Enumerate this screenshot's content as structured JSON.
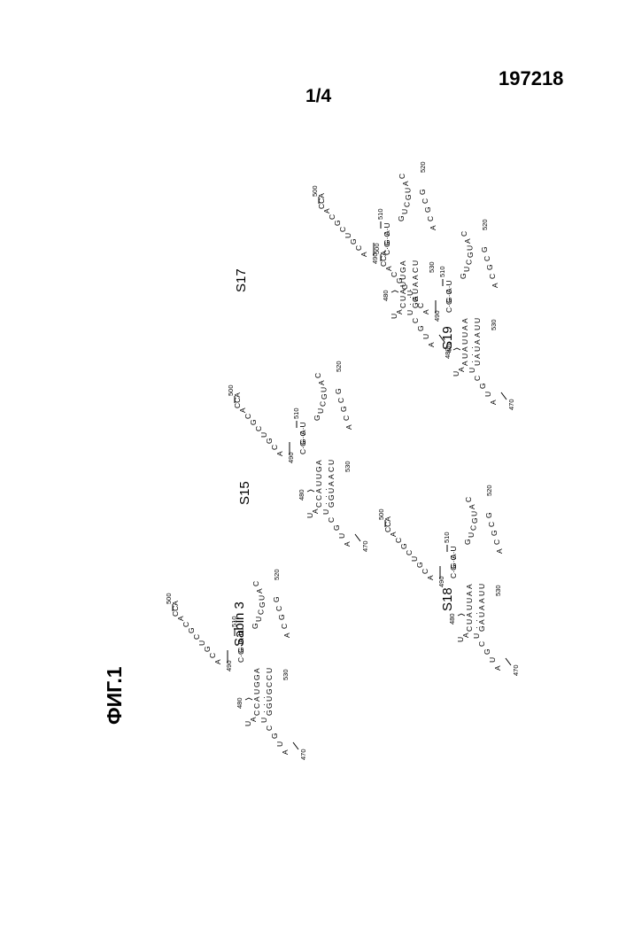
{
  "header": {
    "patent_number": "197218",
    "sheet": "1/4",
    "figure_label": "ФИГ.1"
  },
  "position_labels": [
    "470",
    "480",
    "490",
    "500",
    "510",
    "520",
    "530"
  ],
  "structures": [
    {
      "name": "Sabin 3",
      "stem_top": "CCAUGGA",
      "stem_bottom": "GGUGCCU",
      "apical": "CCA",
      "pairs": [
        "C·G",
        "G·C",
        "A·U"
      ]
    },
    {
      "name": "S15",
      "stem_top": "CCAUUGA",
      "stem_bottom": "GGUAACU",
      "apical": "CCA",
      "pairs": [
        "C·G",
        "G·C",
        "A·U"
      ]
    },
    {
      "name": "S17",
      "stem_top": "CUAUUGA",
      "stem_bottom": "GAUAACU",
      "apical": "CCA",
      "pairs": [
        "C·G",
        "G·C",
        "A·U"
      ]
    },
    {
      "name": "S18",
      "stem_top": "CUAUUAA",
      "stem_bottom": "GAUAAUU",
      "apical": "CCA",
      "pairs": [
        "C·G",
        "G·C",
        "A·U"
      ]
    },
    {
      "name": "S19",
      "stem_top": "AUAUUAA",
      "stem_bottom": "UAUAAUU",
      "apical": "CCA",
      "pairs": [
        "C·G",
        "G·C",
        "A·U"
      ]
    }
  ]
}
